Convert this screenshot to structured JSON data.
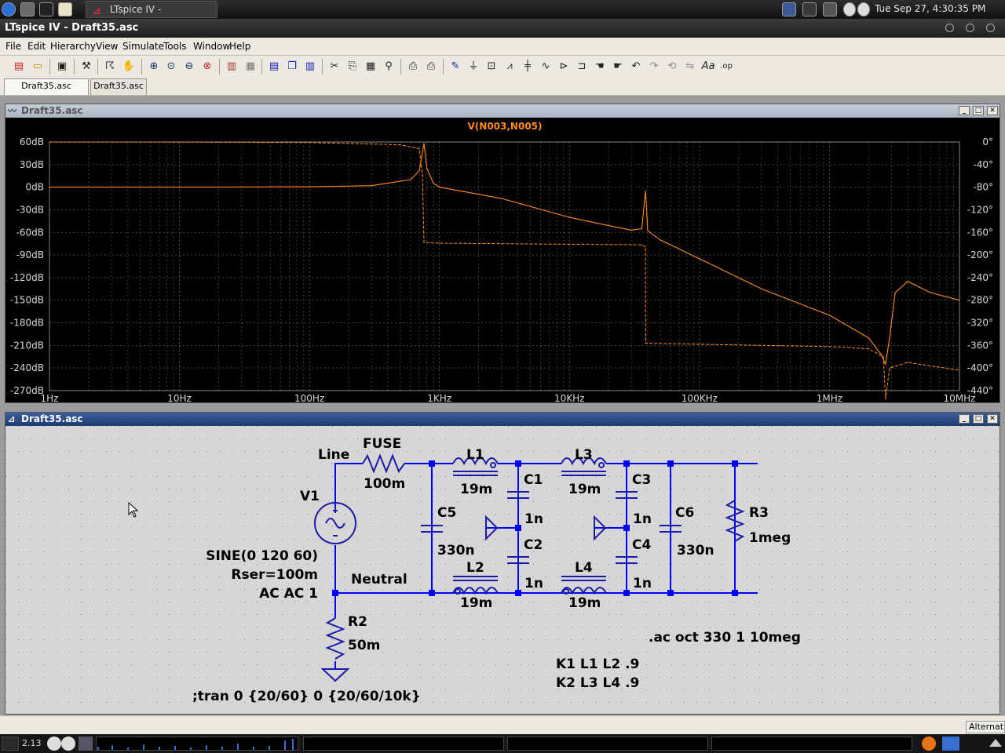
{
  "os_taskbar": {
    "active_task": "LTspice IV - Draft35.asc",
    "clock": "Tue Sep 27,  4:30:35 PM",
    "cpu_value": "2.13"
  },
  "window": {
    "title": "LTspice IV - Draft35.asc"
  },
  "menu": [
    "File",
    "Edit",
    "Hierarchy",
    "View",
    "Simulate",
    "Tools",
    "Window",
    "Help"
  ],
  "tabs": [
    "Draft35.asc",
    "Draft35.asc"
  ],
  "plot_window": {
    "title": "Draft35.asc",
    "trace_label": "V(N003,N005)",
    "trace_color": "#ff8c1a"
  },
  "chart_data": {
    "type": "line",
    "title": "V(N003,N005)",
    "x_scale": "log",
    "x_ticks": [
      "1Hz",
      "10Hz",
      "100Hz",
      "1KHz",
      "10KHz",
      "100KHz",
      "1MHz",
      "10MHz"
    ],
    "y_left_ticks": [
      "60dB",
      "30dB",
      "0dB",
      "-30dB",
      "-60dB",
      "-90dB",
      "-120dB",
      "-150dB",
      "-180dB",
      "-210dB",
      "-240dB",
      "-270dB"
    ],
    "y_right_ticks": [
      "0°",
      "-40°",
      "-80°",
      "-120°",
      "-160°",
      "-200°",
      "-240°",
      "-280°",
      "-320°",
      "-360°",
      "-400°",
      "-440°"
    ],
    "xlim_hz": [
      1,
      10000000
    ],
    "ylim_db": [
      -270,
      60
    ],
    "ylim_deg": [
      -440,
      0
    ],
    "grid": true,
    "series": [
      {
        "name": "V(N003,N005)",
        "x_hz": [
          1,
          10,
          100,
          300,
          600,
          700,
          760,
          800,
          900,
          1000,
          3000,
          10000,
          20000,
          30000,
          36000,
          38500,
          40000,
          50000,
          100000,
          300000,
          1000000,
          2000000,
          2500000,
          2700000,
          2900000,
          3200000,
          4000000,
          6000000,
          10000000
        ],
        "y_db": [
          0,
          0,
          0.5,
          2,
          10,
          22,
          58,
          25,
          5,
          0,
          -15,
          -40,
          -51,
          -57,
          -55,
          -5,
          -58,
          -70,
          -95,
          -135,
          -170,
          -200,
          -222,
          -235,
          -200,
          -140,
          -125,
          -140,
          -150
        ]
      },
      {
        "name": "V(N003,N005) phase",
        "x_hz": [
          1,
          10,
          100,
          500,
          700,
          740,
          760,
          1000,
          10000,
          36000,
          38400,
          38600,
          100000,
          1000000,
          2000000,
          2600000,
          2700000,
          2900000,
          4000000,
          10000000
        ],
        "y_deg": [
          -0.1,
          -0.3,
          -1,
          -5,
          -12,
          -60,
          -178,
          -179,
          -181,
          -182,
          -185,
          -356,
          -358,
          -362,
          -366,
          -380,
          -455,
          -400,
          -390,
          -404
        ]
      }
    ]
  },
  "schematic_window": {
    "title": "Draft35.asc",
    "labels": {
      "line": "Line",
      "neutral": "Neutral",
      "fuse_name": "FUSE",
      "fuse_value": "100m",
      "v1_name": "V1",
      "v1_params": [
        "SINE(0 120 60)",
        "Rser=100m",
        "AC AC 1"
      ],
      "l1_name": "L1",
      "l1_value": "19m",
      "l2_name": "L2",
      "l2_value": "19m",
      "l3_name": "L3",
      "l3_value": "19m",
      "l4_name": "L4",
      "l4_value": "19m",
      "c1_name": "C1",
      "c1_value": "1n",
      "c2_name": "C2",
      "c2_value": "1n",
      "c3_name": "C3",
      "c3_value": "1n",
      "c4_name": "C4",
      "c4_value": "1n",
      "c5_name": "C5",
      "c5_value": "330n",
      "c6_name": "C6",
      "c6_value": "330n",
      "r2_name": "R2",
      "r2_value": "50m",
      "r3_name": "R3",
      "r3_value": "1meg",
      "directive_ac": ".ac oct 330 1 10meg",
      "directive_k1": "K1 L1 L2 .9",
      "directive_k2": "K2 L3 L4 .9",
      "comment_tran": ";tran 0 {20/60} 0 {20/60/10k}"
    }
  },
  "status": {
    "mode": "Alternat"
  },
  "colors": {
    "wire": "#0000ff",
    "component": "#1a1aa6",
    "plot_bg": "#000000",
    "grid": "#444444"
  }
}
